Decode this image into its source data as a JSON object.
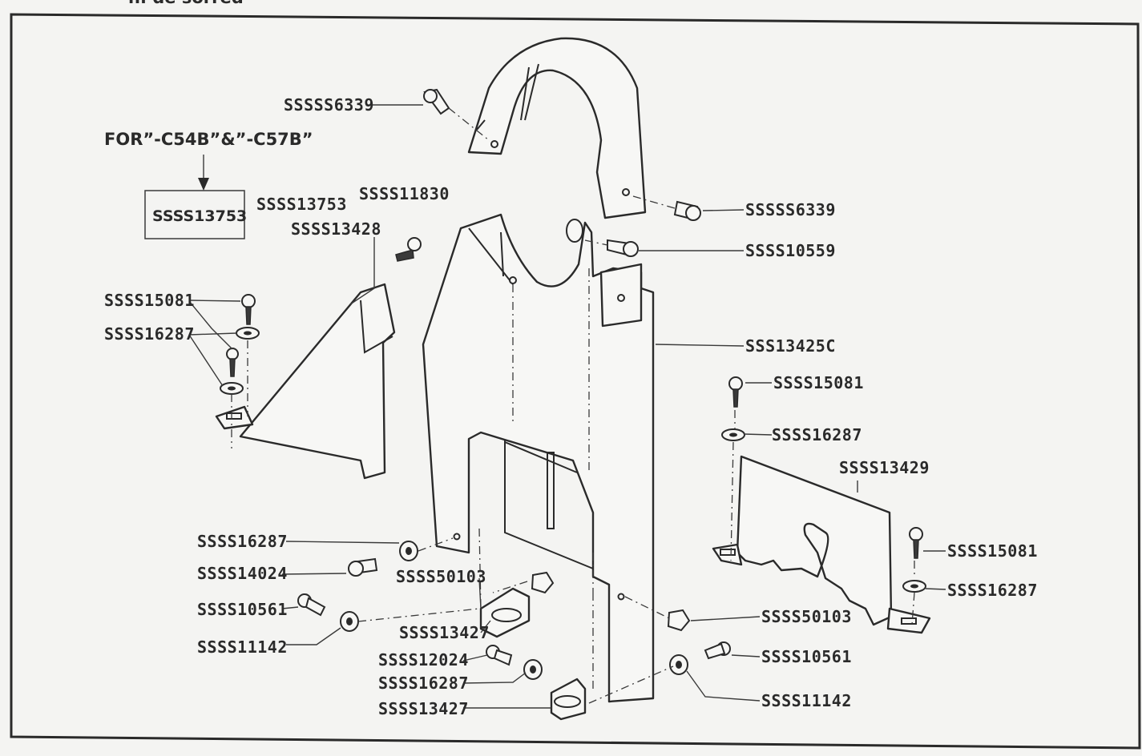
{
  "header_fragment": "n. de sorred",
  "note": {
    "text": "FOR”-C54B”&”-C57B”",
    "boxed_part": "SSSS13753"
  },
  "callouts": {
    "top_guard_screw_left": "SSSSS6339",
    "top_guard_screw_right": "SSSSS6339",
    "pivot_screw": "SSSS10559",
    "main_plate": "SSS13425C",
    "left_bracket_a": "SSSS13753",
    "left_bracket_b": "SSSS13428",
    "stud": "SSSS11830",
    "left_screw": "SSSS15081",
    "left_washer": "SSSS16287",
    "right_screw_top": "SSSS15081",
    "right_washer_top": "SSSS16287",
    "right_bracket": "SSSS13429",
    "right_screw_low": "SSSS15081",
    "right_washer_low": "SSSS16287",
    "washer_mid": "SSSS16287",
    "screw_14024": "SSSS14024",
    "nut_left": "SSSS50103",
    "screw_10561_left": "SSSS10561",
    "clip_upper": "SSSS13427",
    "washer_11142_left": "SSSS11142",
    "screw_12024": "SSSS12024",
    "washer_lower": "SSSS16287",
    "clip_lower": "SSSS13427",
    "nut_right": "SSSS50103",
    "screw_10561_right": "SSSS10561",
    "washer_11142_right": "SSSS11142"
  }
}
